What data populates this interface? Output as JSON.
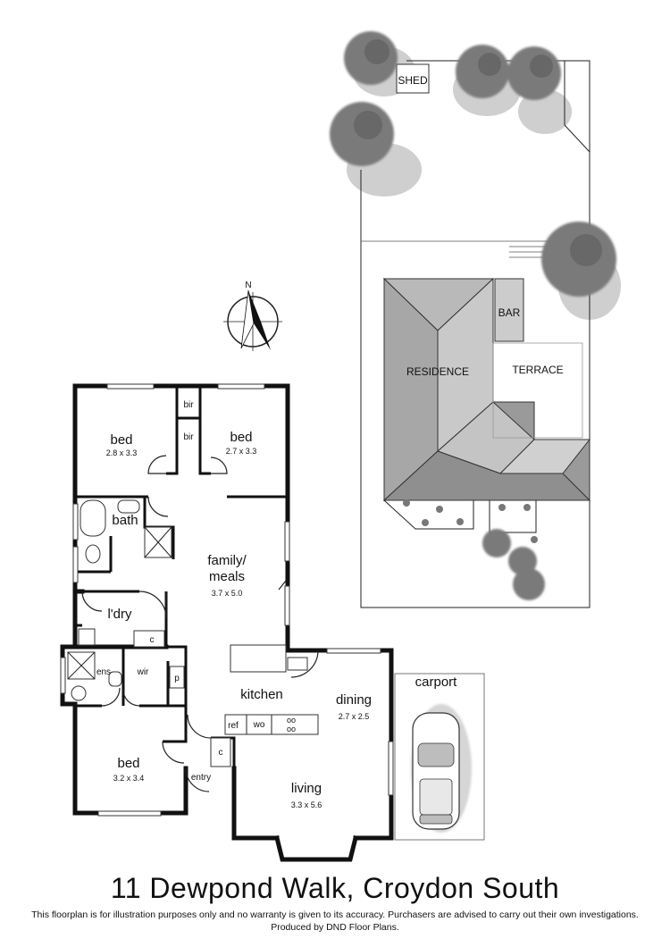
{
  "title": "11 Dewpond  Walk, Croydon South",
  "disclaimer": {
    "line1": "This floorplan is for illustration purposes only and no warranty is given to its accuracy. Purchasers are advised to carry out their own investigations.",
    "line2": "Produced by DND Floor Plans."
  },
  "compass": {
    "label": "N"
  },
  "site": {
    "shed": "SHED",
    "bar": "BAR",
    "residence": "RESIDENCE",
    "terrace": "TERRACE"
  },
  "rooms": {
    "bed1": {
      "name": "bed",
      "size": "2.8 x 3.3"
    },
    "bed2": {
      "name": "bed",
      "size": "2.7 x 3.3"
    },
    "bir1": "bir",
    "bir2": "bir",
    "bath": "bath",
    "family": {
      "name1": "family/",
      "name2": "meals",
      "size": "3.7 x 5.0"
    },
    "ldry": "l'dry",
    "ldry_c": "c",
    "ens": "ens",
    "wir": "wir",
    "pantry": "p",
    "kitchen": "kitchen",
    "ref": "ref",
    "wo": "wo",
    "cooktop": "oo\noo",
    "dining": {
      "name": "dining",
      "size": "2.7 x 2.5"
    },
    "carport": "carport",
    "bed3": {
      "name": "bed",
      "size": "3.2 x 3.4"
    },
    "entry_c": "c",
    "entry": "entry",
    "living": {
      "name": "living",
      "size": "3.3 x 5.6"
    }
  }
}
